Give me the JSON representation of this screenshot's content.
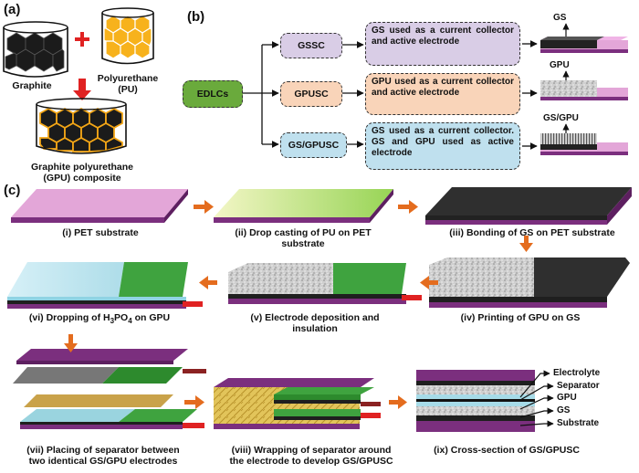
{
  "panels": {
    "a": "(a)",
    "b": "(b)",
    "c": "(c)"
  },
  "part_a": {
    "graphite": "Graphite",
    "pu_line1": "Polyurethane",
    "pu_line2": "(PU)",
    "gpu_line1": "Graphite polyurethane",
    "gpu_line2": "(GPU) composite"
  },
  "part_b": {
    "root": "EDLCs",
    "branches": [
      {
        "name": "GSSC",
        "desc": "GS used as a current collector and active electrode",
        "tag": "GS",
        "color": "#d9cde6"
      },
      {
        "name": "GPUSC",
        "desc": "GPU used as a current collector and active electrode",
        "tag": "GPU",
        "color": "#f9d4b9"
      },
      {
        "name": "GS/GPUSC",
        "desc": "GS used as a current collector. GS and GPU used as active electrode",
        "tag": "GS/GPU",
        "color": "#bfe0ee"
      }
    ],
    "root_color": "#6aaa3c"
  },
  "part_c": {
    "steps": {
      "i": "(i) PET substrate",
      "ii_line1": "(ii) Drop casting of PU on PET",
      "ii_line2": "substrate",
      "iii": "(iii) Bonding of GS on PET substrate",
      "iv": "(iv) Printing of GPU on GS",
      "v_line1": "(v) Electrode deposition and",
      "v_line2": "insulation",
      "vi_prefix": "(vi) Dropping of H",
      "vi_sub1": "3",
      "vi_mid": "PO",
      "vi_sub2": "4",
      "vi_suffix": " on GPU",
      "vii_line1": "(vii) Placing of separator between",
      "vii_line2": "two identical GS/GPU electrodes",
      "viii_line1": "(viii) Wrapping of separator around",
      "viii_line2": "the electrode to develop GS/GPUSC",
      "ix": "(ix) Cross-section of GS/GPUSC"
    },
    "cross_section_labels": [
      "Electrolyte",
      "Separator",
      "GPU",
      "GS",
      "Substrate"
    ]
  },
  "colors": {
    "pet": "#e3a6d8",
    "pet_side": "#7b2f7e",
    "pu": "#b6e07a",
    "gs": "#333333",
    "gpu": "#c8c8c8",
    "electrolyte": "#c4eaf3",
    "green": "#3fa33f",
    "arrow": "#e46c1e",
    "red": "#e02222"
  }
}
